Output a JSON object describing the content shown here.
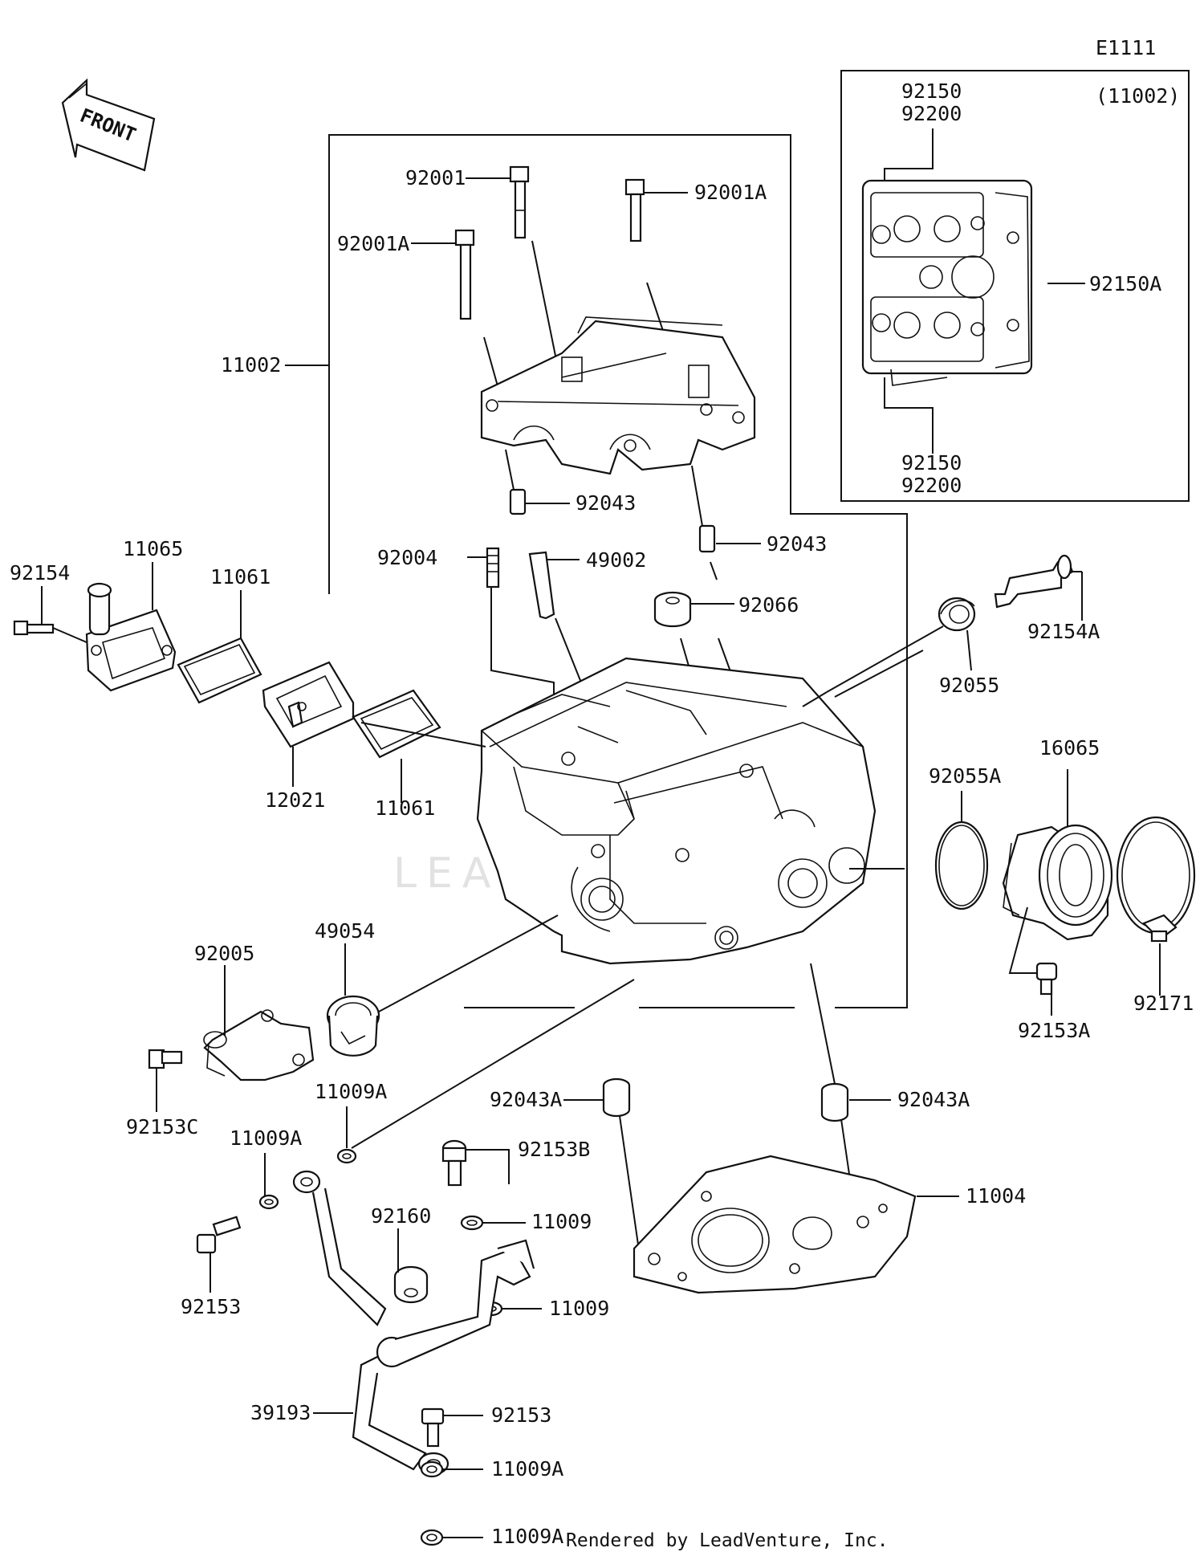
{
  "diagram_code": "E1111",
  "front_label": "FRONT",
  "footer": "Rendered by LeadVenture, Inc.",
  "watermark": "LEADVENTURE",
  "inset": {
    "assembly": "(11002)",
    "top_labels": [
      "92150",
      "92200"
    ],
    "side_label": "92150A",
    "bottom_labels": [
      "92150",
      "92200"
    ]
  },
  "parts": {
    "p92001": "92001",
    "p92001A_right": "92001A",
    "p92001A_left": "92001A",
    "p11002": "11002",
    "p92043_a": "92043",
    "p92043_b": "92043",
    "p92004": "92004",
    "p49002": "49002",
    "p92066": "92066",
    "p92154A": "92154A",
    "p92055": "92055",
    "p92154": "92154",
    "p11065": "11065",
    "p11061_top": "11061",
    "p12021": "12021",
    "p11061_bottom": "11061",
    "p92055A": "92055A",
    "p16065": "16065",
    "p49054": "49054",
    "p92005": "92005",
    "p92153C": "92153C",
    "p92153A": "92153A",
    "p92171": "92171",
    "p11009A_a": "11009A",
    "p11009A_b": "11009A",
    "p92043A_left": "92043A",
    "p92043A_right": "92043A",
    "p92153B": "92153B",
    "p11009_a": "11009",
    "p11004": "11004",
    "p92160": "92160",
    "p92153_left": "92153",
    "p11009_b": "11009",
    "p39193": "39193",
    "p92153_bottom": "92153",
    "p11009A_c": "11009A",
    "p11009A_d": "11009A"
  }
}
